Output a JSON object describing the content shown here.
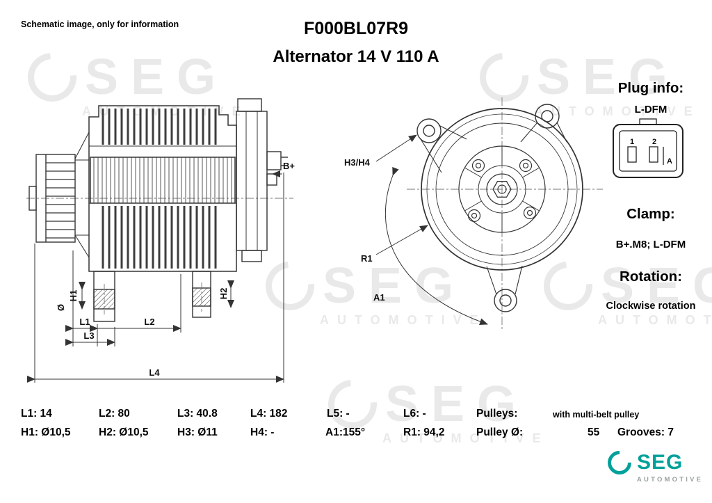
{
  "page": {
    "disclaimer": "Schematic image, only for information",
    "part_number": "F000BL07R9",
    "title": "Alternator 14 V 110 A"
  },
  "watermark": {
    "brand": "SEG",
    "sub": "AUTOMOTIVE"
  },
  "side_view": {
    "labels": {
      "b_plus": "B+",
      "h1": "H1",
      "h2": "H2",
      "diameter": "Ø",
      "l1": "L1",
      "l2": "L2",
      "l3": "L3",
      "l4": "L4"
    }
  },
  "front_view": {
    "labels": {
      "h3_h4": "H3/H4",
      "r1": "R1",
      "a1": "A1"
    }
  },
  "plug": {
    "heading": "Plug info:",
    "type": "L-DFM",
    "pin1": "1",
    "pin2": "2",
    "pin_a": "A"
  },
  "clamp": {
    "heading": "Clamp:",
    "value": "B+.M8; L-DFM"
  },
  "rotation": {
    "heading": "Rotation:",
    "value": "Clockwise rotation"
  },
  "dimensions": {
    "row1": {
      "l1": "L1: 14",
      "l2": "L2: 80",
      "l3": "L3: 40.8",
      "l4": "L4: 182",
      "l5": "L5: -",
      "l6": "L6: -",
      "pulleys_label": "Pulleys:",
      "pulleys_note": "with multi-belt pulley"
    },
    "row2": {
      "h1": "H1: Ø10,5",
      "h2": "H2: Ø10,5",
      "h3": "H3: Ø11",
      "h4": "H4: -",
      "a1": "A1:155°",
      "r1": "R1: 94,2",
      "pulley_d_label": "Pulley Ø:",
      "pulley_d_value": "55",
      "grooves": "Grooves: 7"
    }
  },
  "logo": {
    "brand": "SEG",
    "sub": "AUTOMOTIVE"
  }
}
